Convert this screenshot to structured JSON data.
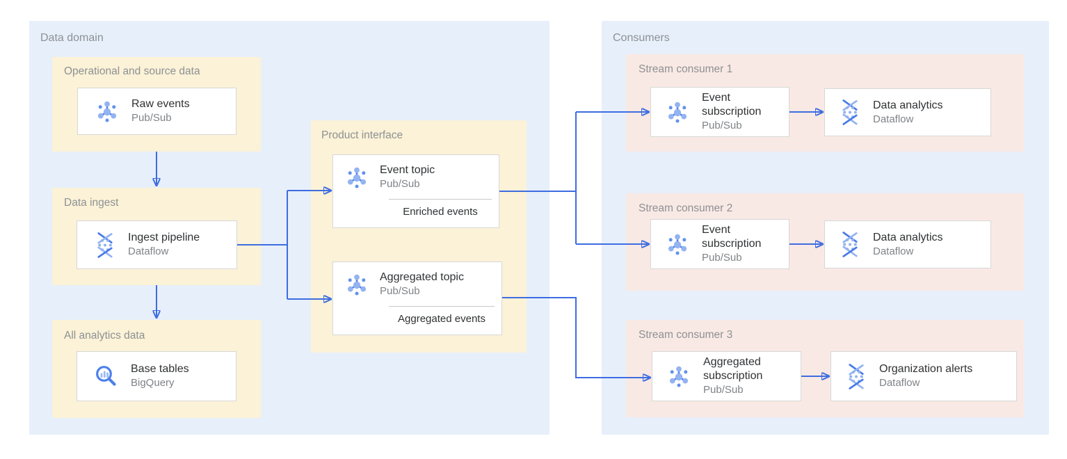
{
  "data_domain": {
    "label": "Data domain",
    "operational": {
      "label": "Operational and source data",
      "card": {
        "title": "Raw events",
        "subtitle": "Pub/Sub",
        "icon": "pubsub-icon"
      }
    },
    "ingest": {
      "label": "Data ingest",
      "card": {
        "title": "Ingest pipeline",
        "subtitle": "Dataflow",
        "icon": "dataflow-icon"
      }
    },
    "analytics": {
      "label": "All analytics data",
      "card": {
        "title": "Base tables",
        "subtitle": "BigQuery",
        "icon": "bigquery-icon"
      }
    },
    "product_interface": {
      "label": "Product interface",
      "event_topic": {
        "title": "Event topic",
        "subtitle": "Pub/Sub",
        "caption": "Enriched events",
        "icon": "pubsub-icon"
      },
      "aggregated_topic": {
        "title": "Aggregated topic",
        "subtitle": "Pub/Sub",
        "caption": "Aggregated events",
        "icon": "pubsub-icon"
      }
    }
  },
  "consumers": {
    "label": "Consumers",
    "stream1": {
      "label": "Stream consumer 1",
      "source": {
        "title": "Event subscription",
        "subtitle": "Pub/Sub",
        "icon": "pubsub-icon"
      },
      "target": {
        "title": "Data analytics",
        "subtitle": "Dataflow",
        "icon": "dataflow-icon"
      }
    },
    "stream2": {
      "label": "Stream consumer 2",
      "source": {
        "title": "Event subscription",
        "subtitle": "Pub/Sub",
        "icon": "pubsub-icon"
      },
      "target": {
        "title": "Data analytics",
        "subtitle": "Dataflow",
        "icon": "dataflow-icon"
      }
    },
    "stream3": {
      "label": "Stream consumer 3",
      "source": {
        "title": "Aggregated subscription",
        "subtitle": "Pub/Sub",
        "icon": "pubsub-icon"
      },
      "target": {
        "title": "Organization alerts",
        "subtitle": "Dataflow",
        "icon": "dataflow-icon"
      }
    }
  },
  "colors": {
    "container_blue": "#e7effa",
    "group_yellow": "#fbf2d7",
    "group_pink": "#f9e9e4",
    "card_bg": "#ffffff",
    "card_border": "#d7d7d7",
    "arrow_blue": "#3d6ce0",
    "icon_blue_light": "#93b3f1",
    "icon_blue_mid": "#6291ec",
    "icon_blue_dark": "#4a7ae8",
    "label_gray": "#8d9194",
    "title_dark": "#2f3133",
    "subtitle_gray": "#7f8387",
    "divider_gray": "#c9c9c9",
    "page_bg": "#ffffff"
  }
}
